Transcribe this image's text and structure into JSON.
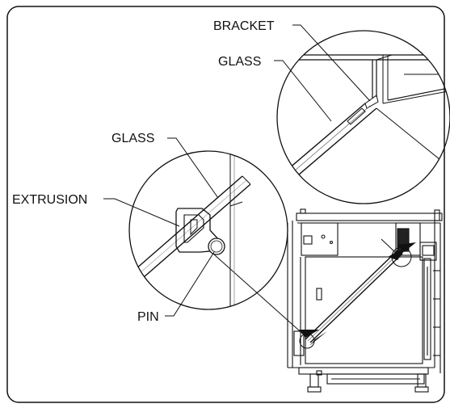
{
  "labels": {
    "bracket": "BRACKET",
    "glass_upper": "GLASS",
    "glass_lower": "GLASS",
    "extrusion": "EXTRUSION",
    "pin": "PIN"
  },
  "colors": {
    "line": "#111111",
    "light_line": "#666666",
    "background": "#ffffff"
  }
}
